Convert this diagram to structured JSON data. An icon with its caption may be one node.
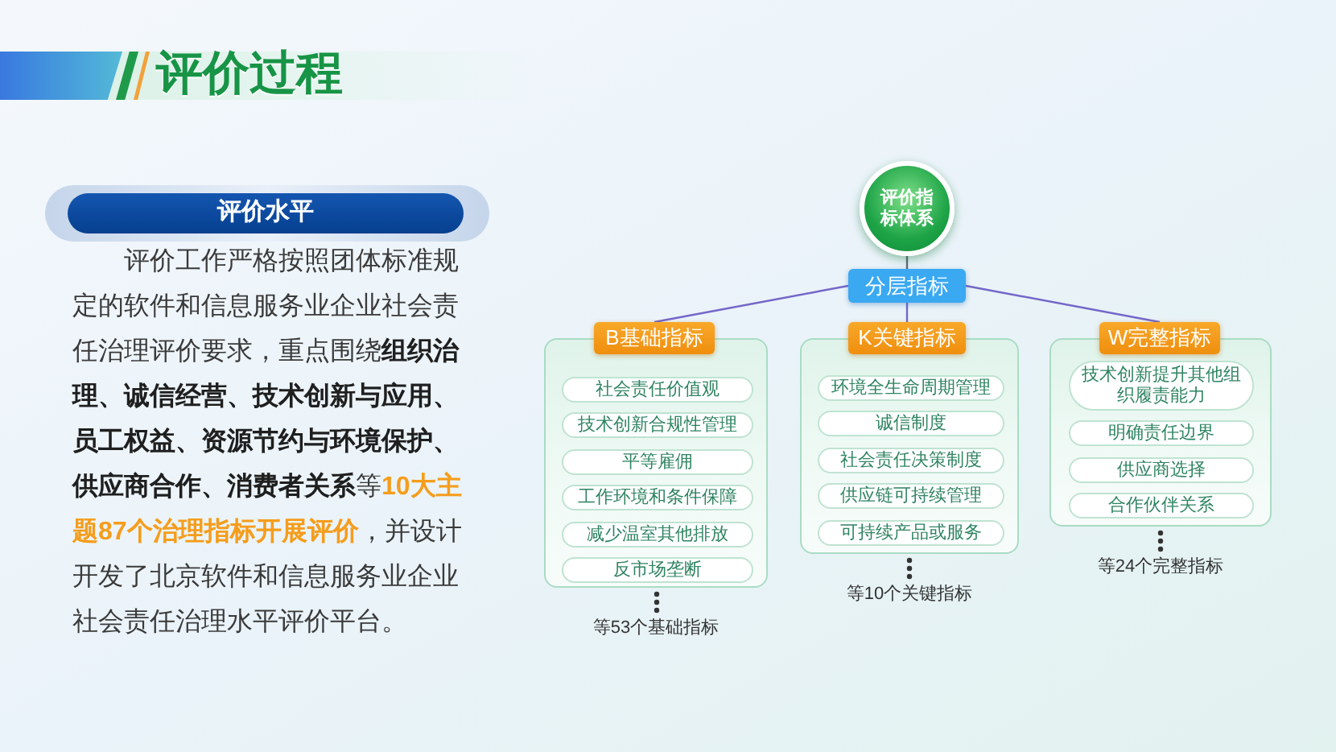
{
  "diagram": {
    "title": "评价过程",
    "nodes": [
      {
        "text": [
          "评价水平"
        ]
      },
      {
        "text": [
          "评价指标体系"
        ]
      },
      {
        "text": [
          "分层指标"
        ]
      },
      {
        "text": [
          "B基础指标"
        ]
      },
      {
        "text": [],
        "shape": "box",
        "beside": [
          "等53个基础指标"
        ]
      },
      {
        "text": [
          "社会责任价值观"
        ],
        "in": 4
      },
      {
        "text": [
          "技术创新合规性管理"
        ],
        "in": 4
      },
      {
        "text": [
          "平等雇佣"
        ],
        "in": 4
      },
      {
        "text": [
          "工作环境和条件保障"
        ],
        "in": 4
      },
      {
        "text": [
          "减少温室其他排放"
        ],
        "in": 4
      },
      {
        "text": [
          "反市场垄断"
        ],
        "in": 4
      },
      {
        "text": [
          "K关键指标"
        ]
      },
      {
        "text": [],
        "shape": "box",
        "beside": [
          "等10个关键指标"
        ]
      },
      {
        "text": [
          "环境全生命周期管理"
        ],
        "in": 12
      },
      {
        "text": [
          "诚信制度"
        ],
        "in": 12
      },
      {
        "text": [
          "社会责任决策制度"
        ],
        "in": 12
      },
      {
        "text": [
          "供应链可持续管理"
        ],
        "in": 12
      },
      {
        "text": [
          "可持续产品或服务"
        ],
        "in": 12
      },
      {
        "text": [
          "W完整指标"
        ]
      },
      {
        "text": [],
        "shape": "box",
        "beside": [
          "等24个完整指标"
        ]
      },
      {
        "text": [
          "技术创新提升其他组织履责能力"
        ],
        "in": 19
      },
      {
        "text": [
          "明确责任边界"
        ],
        "in": 19
      },
      {
        "text": [
          "供应商选择"
        ],
        "in": 19
      },
      {
        "text": [
          "合作伙伴关系"
        ],
        "in": 19
      }
    ],
    "edges": [
      {
        "from": 1,
        "to": 2,
        "arrow": "none",
        "color": "#5f6b7a"
      },
      {
        "from": 2,
        "to": 3,
        "arrow": "none"
      },
      {
        "from": 2,
        "to": 11,
        "arrow": "none"
      },
      {
        "from": 2,
        "to": 18,
        "arrow": "none"
      }
    ],
    "labels": [
      "评价工作严格按照团体标准规定的软件和信息服务业企业社会责任治理评价要求，重点围绕**组织治理、诚信经营、技术创新与应用、员工权益、资源节约与环境保护、供应商合作、消费者关系**等**10大主题87个治理指标开展评价**，并设计开发了北京软件和信息服务业企业社会责任治理水平评价平台。"
    ]
  }
}
